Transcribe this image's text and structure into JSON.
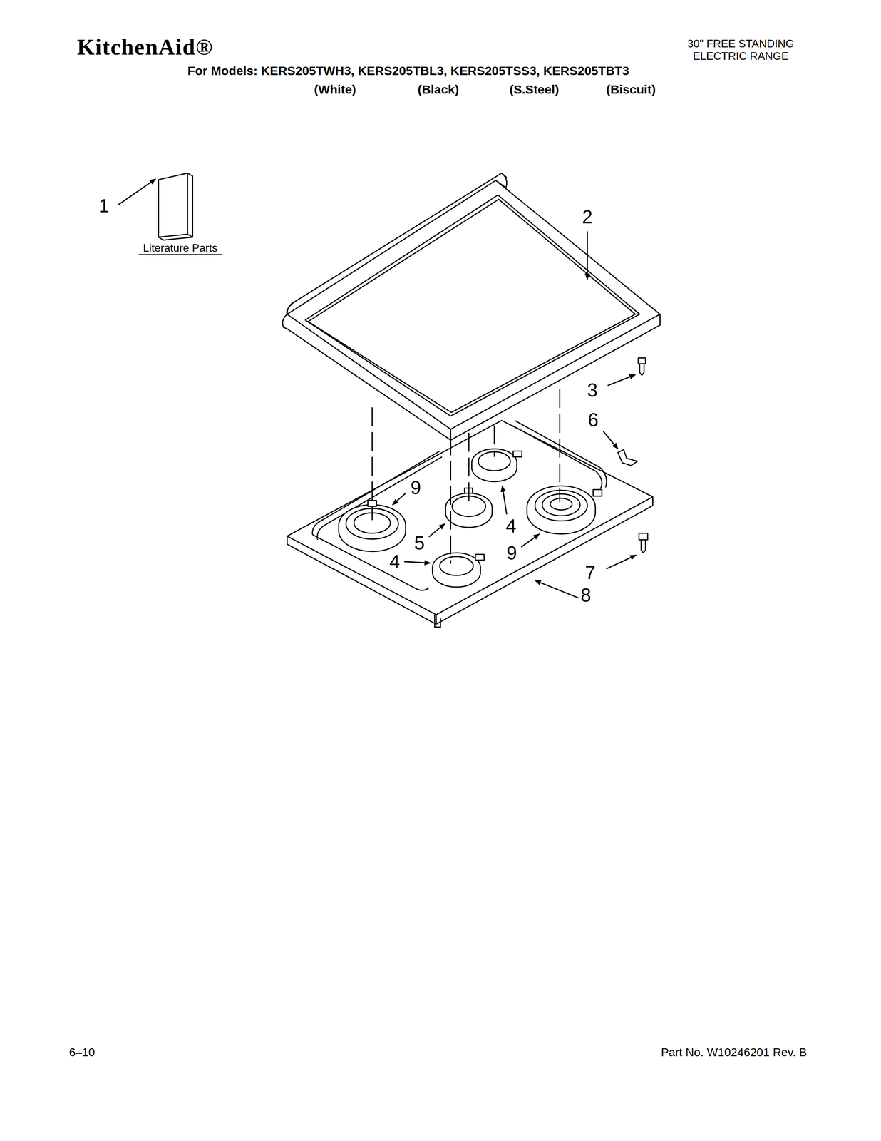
{
  "diagram": {
    "title": "30\" FREE STANDING ELECTRIC RANGE",
    "labels": [
      "KitchenAid®",
      "For Models: KERS205TWH3, KERS205TBL3, KERS205TSS3, KERS205TBT3",
      "(White)",
      "(Black)",
      "(S.Steel)",
      "(Biscuit)",
      "1",
      "Literature Parts",
      "2",
      "3",
      "6",
      "9",
      "5",
      "4",
      "4",
      "9",
      "7",
      "8",
      "6–10",
      "Part No. W10246201 Rev. B"
    ]
  }
}
